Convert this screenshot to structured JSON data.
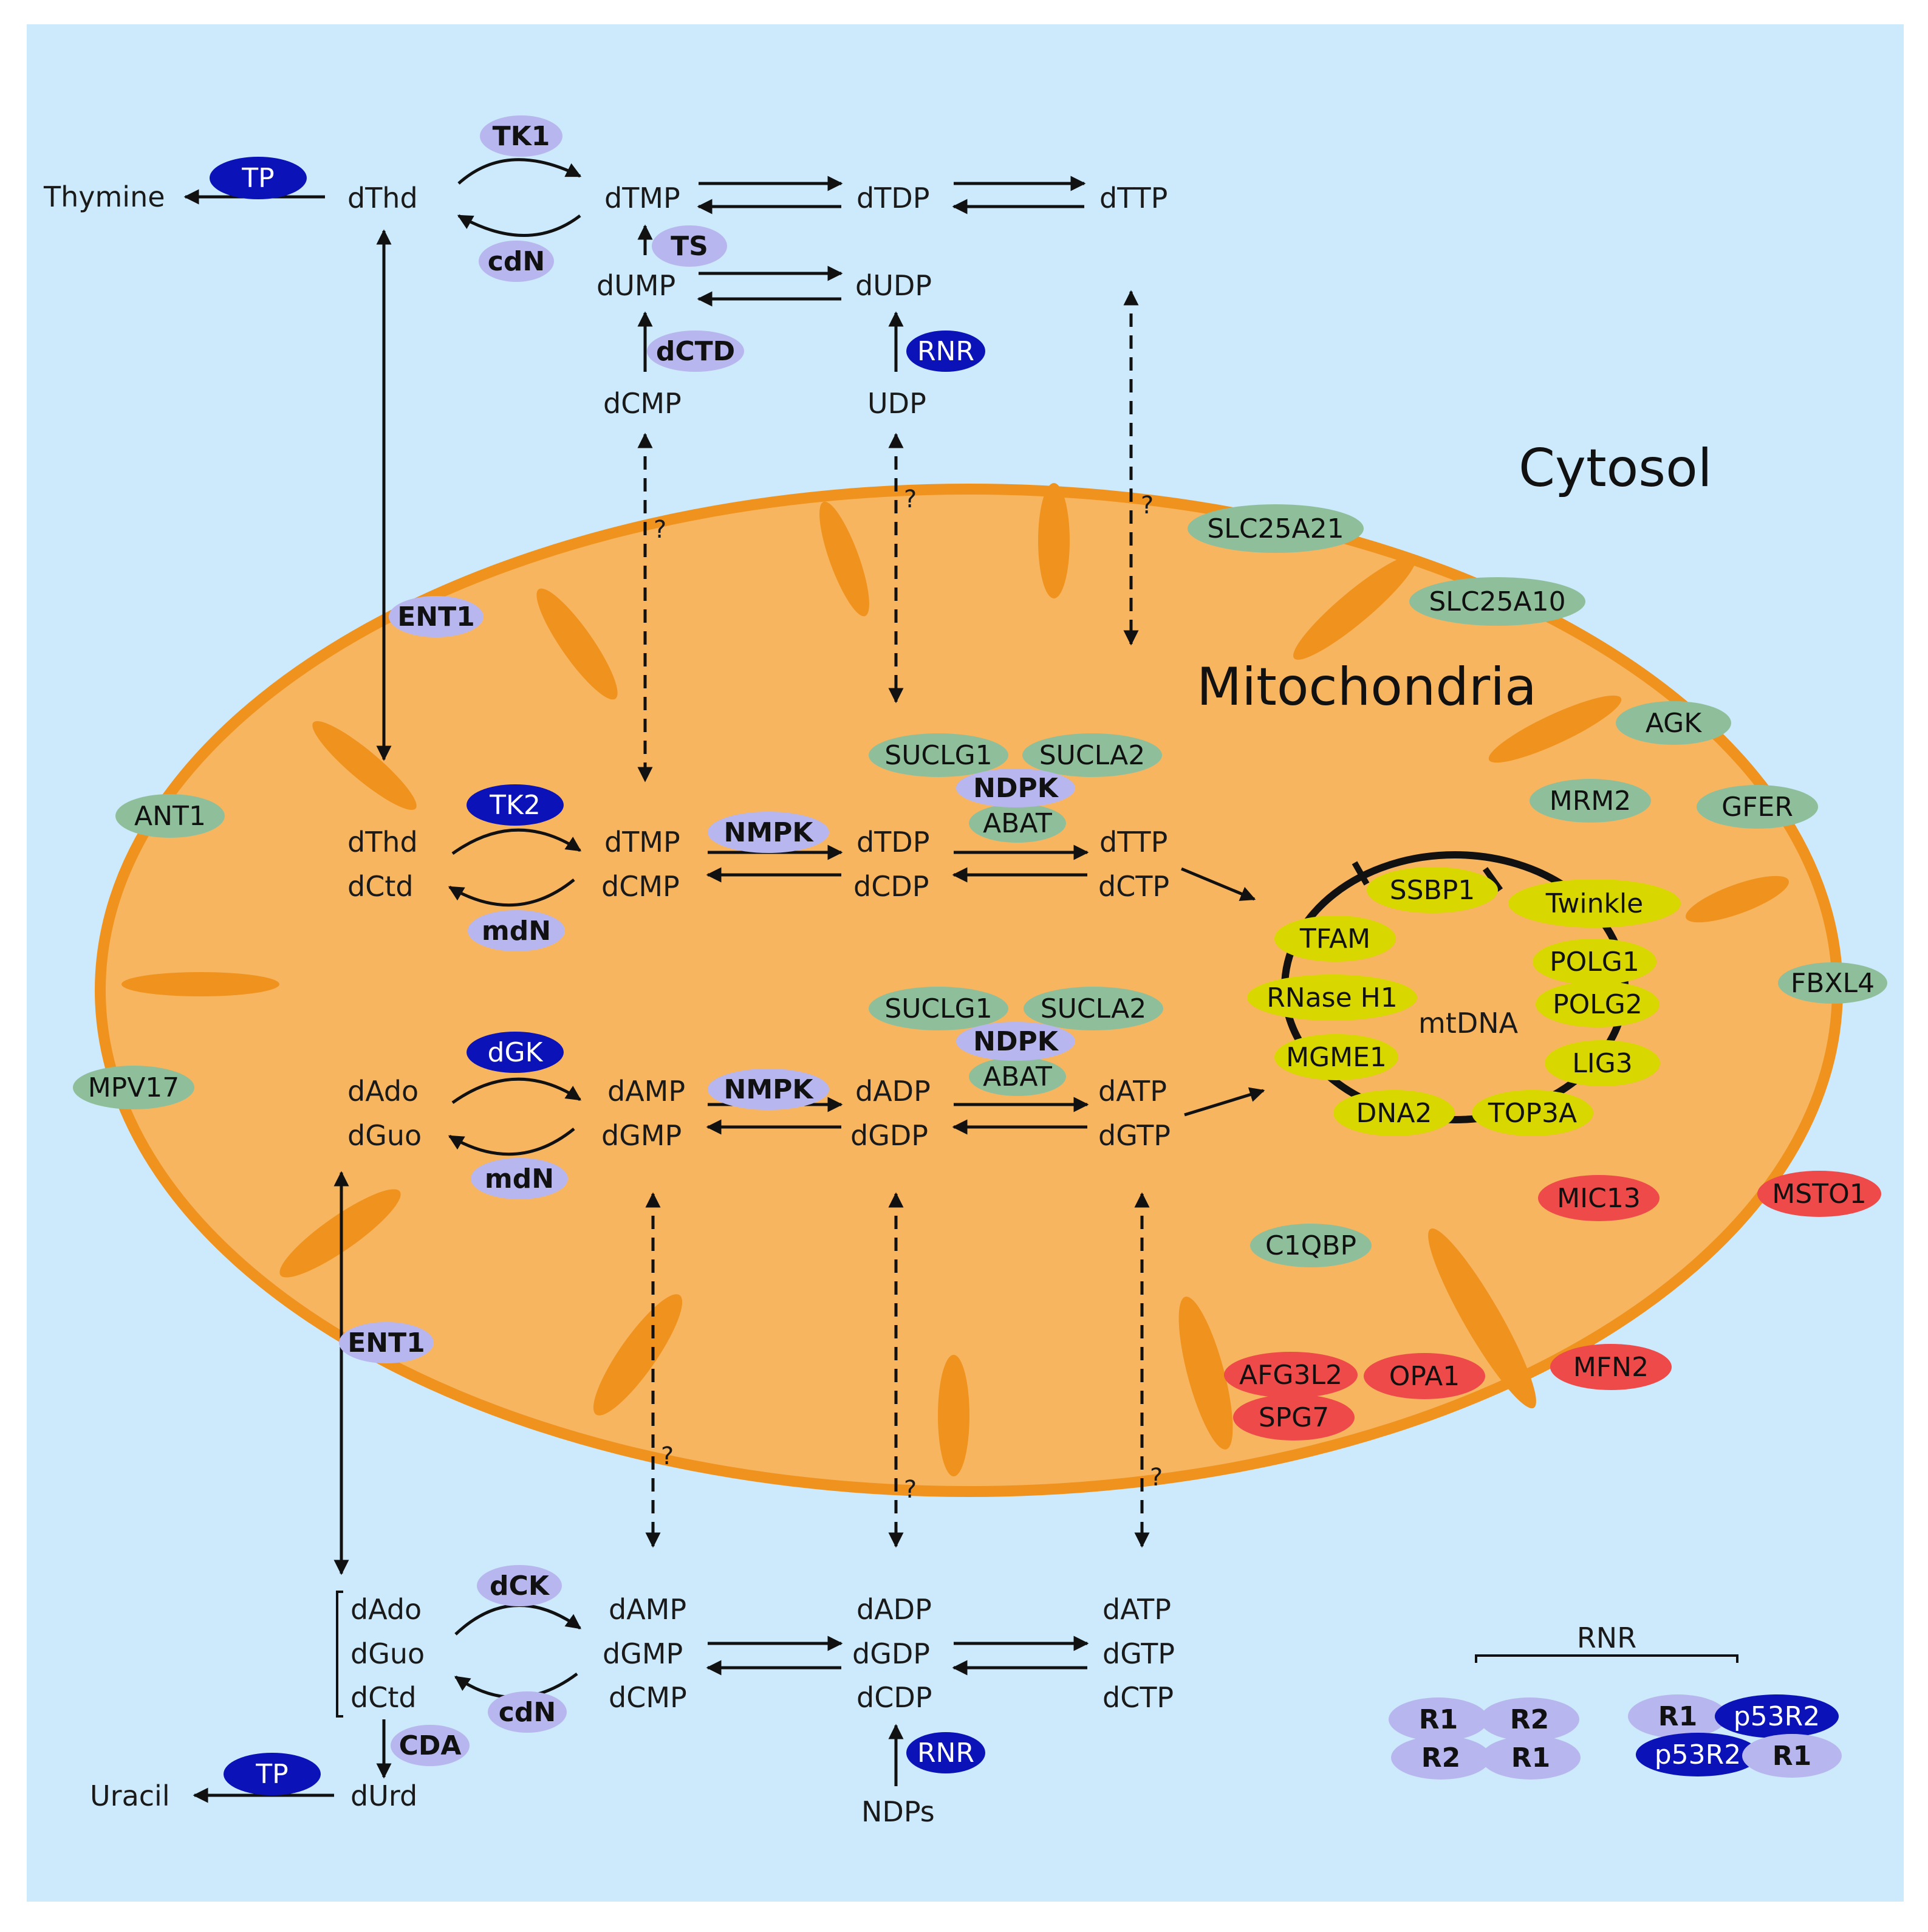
{
  "regions": {
    "cytosol": "Cytosol",
    "mitochondria": "Mitochondria",
    "mtdna": "mtDNA",
    "rnr_bracket": "RNR"
  },
  "cytosol_top": {
    "thymine": "Thymine",
    "dThd": "dThd",
    "dTMP": "dTMP",
    "dTDP": "dTDP",
    "dTTP": "dTTP",
    "dUMP": "dUMP",
    "dUDP": "dUDP",
    "dCMP": "dCMP",
    "UDP": "UDP",
    "enzymes": {
      "TP": "TP",
      "TK1": "TK1",
      "cdN": "cdN",
      "TS": "TS",
      "dCTD": "dCTD",
      "RNR": "RNR"
    }
  },
  "mito_pyr": {
    "dThd": "dThd",
    "dCtd": "dCtd",
    "dTMP": "dTMP",
    "dCMP": "dCMP",
    "dTDP": "dTDP",
    "dCDP": "dCDP",
    "dTTP": "dTTP",
    "dCTP": "dCTP",
    "enzymes": {
      "TK2": "TK2",
      "mdN": "mdN",
      "NMPK": "NMPK",
      "SUCLG1": "SUCLG1",
      "SUCLA2": "SUCLA2",
      "NDPK": "NDPK",
      "ABAT": "ABAT"
    }
  },
  "mito_pur": {
    "dAdo": "dAdo",
    "dGuo": "dGuo",
    "dAMP": "dAMP",
    "dGMP": "dGMP",
    "dADP": "dADP",
    "dGDP": "dGDP",
    "dATP": "dATP",
    "dGTP": "dGTP",
    "enzymes": {
      "dGK": "dGK",
      "mdN": "mdN",
      "NMPK": "NMPK",
      "SUCLG1": "SUCLG1",
      "SUCLA2": "SUCLA2",
      "NDPK": "NDPK",
      "ABAT": "ABAT"
    }
  },
  "cytosol_bottom": {
    "dAdo": "dAdo",
    "dGuo": "dGuo",
    "dCtd": "dCtd",
    "dAMP": "dAMP",
    "dGMP": "dGMP",
    "dCMP": "dCMP",
    "dADP": "dADP",
    "dGDP": "dGDP",
    "dCDP": "dCDP",
    "dATP": "dATP",
    "dGTP": "dGTP",
    "dCTP": "dCTP",
    "dUrd": "dUrd",
    "uracil": "Uracil",
    "NDPs": "NDPs",
    "enzymes": {
      "dCK": "dCK",
      "cdN": "cdN",
      "CDA": "CDA",
      "TP": "TP",
      "RNR": "RNR"
    }
  },
  "transporters": {
    "ENT1_top": "ENT1",
    "ENT1_bottom": "ENT1",
    "question": "?"
  },
  "green_proteins": [
    "SLC25A21",
    "SLC25A10",
    "AGK",
    "MRM2",
    "GFER",
    "FBXL4",
    "ANT1",
    "MPV17",
    "C1QBP"
  ],
  "red_proteins": [
    "MIC13",
    "MSTO1",
    "AFG3L2",
    "SPG7",
    "OPA1",
    "MFN2"
  ],
  "yellow_proteins": [
    "SSBP1",
    "Twinkle",
    "TFAM",
    "POLG1",
    "RNase H1",
    "POLG2",
    "MGME1",
    "LIG3",
    "DNA2",
    "TOP3A"
  ],
  "rnr_subunits": [
    "R1",
    "R2",
    "R2",
    "R1",
    "R1",
    "p53R2",
    "p53R2",
    "R1"
  ],
  "colors": {
    "background": "#cceafb",
    "mito_fill": "#f8b55f",
    "mito_edge": "#f0921e",
    "enzyme_light": "#b8b6ee",
    "enzyme_dark": "#0a12b8",
    "green": "#8fbf9a",
    "red": "#ef4a4a",
    "yellow": "#d8d800"
  }
}
